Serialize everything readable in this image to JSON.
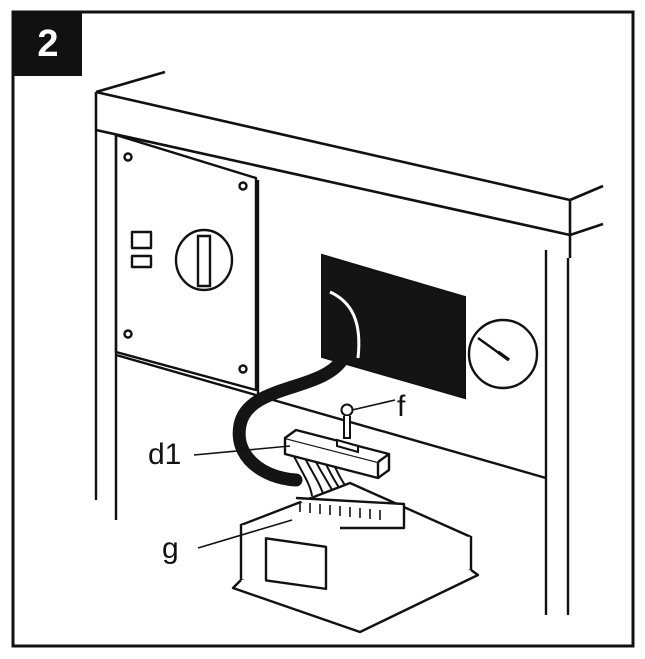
{
  "figure": {
    "step_number": "2",
    "callouts": {
      "d1": "d1",
      "f": "f",
      "g": "g"
    }
  },
  "colors": {
    "ink": "#111111",
    "paper": "#ffffff",
    "fill_dark": "#141414"
  }
}
